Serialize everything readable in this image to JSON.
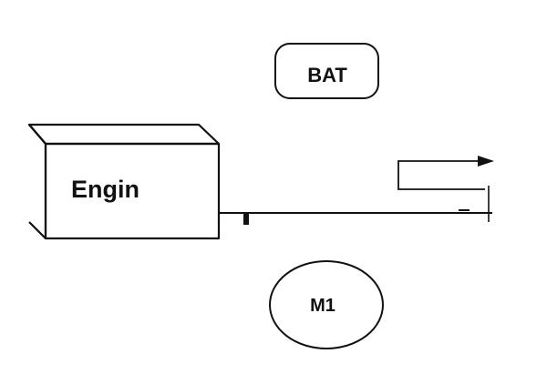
{
  "diagram": {
    "engine": {
      "label": "Engin"
    },
    "battery": {
      "label": "BAT"
    },
    "motor": {
      "label": "M1"
    }
  }
}
